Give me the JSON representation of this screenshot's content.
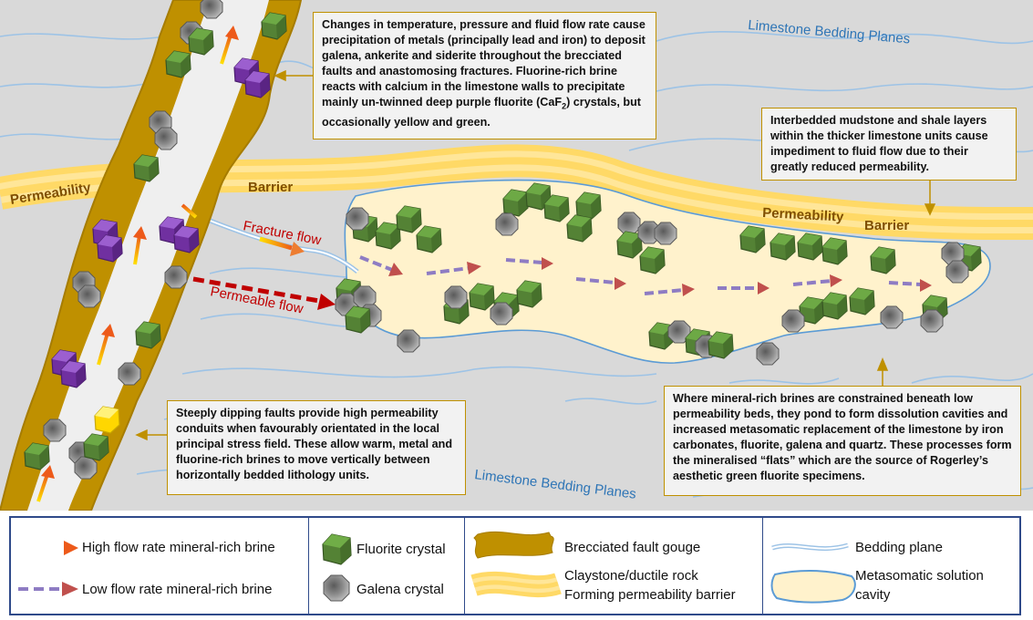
{
  "labels": {
    "bedding_top": "Limestone Bedding Planes",
    "bedding_bottom": "Limestone Bedding Planes",
    "permeability_left": "Permeability",
    "barrier_left": "Barrier",
    "permeability_right": "Permeability",
    "barrier_right": "Barrier",
    "fracture_flow": "Fracture flow",
    "permeable_flow": "Permeable flow"
  },
  "callouts": {
    "metals_part1": "Changes in temperature, pressure and fluid flow rate cause precipitation of metals (principally lead and iron) to deposit galena, ankerite and siderite throughout the brecciated faults and anastomosing fractures.  Fluorine-rich brine reacts with calcium in the limestone walls to precipitate mainly un-twinned deep purple fluorite (CaF",
    "metals_sub": "2",
    "metals_part2": ") crystals, but occasionally yellow and green.",
    "mudstone": "Interbedded mudstone and shale layers within the thicker limestone units cause impediment to fluid flow due to their greatly reduced permeability.",
    "faults": "Steeply dipping faults provide high permeability conduits when favourably orientated in the local principal stress field.  These allow warm, metal and fluorine-rich brines to move vertically between horizontally bedded lithology units.",
    "brines": "Where mineral-rich brines are constrained beneath low permeability beds, they pond to form dissolution cavities and increased metasomatic replacement of the limestone by iron carbonates, fluorite, galena and quartz.  These processes form the mineralised “flats” which are the source of Rogerley’s aesthetic green fluorite specimens."
  },
  "legend": {
    "high_flow": "High flow rate mineral-rich brine",
    "low_flow": "Low flow rate mineral-rich brine",
    "fluorite": "Fluorite crystal",
    "galena": "Galena crystal",
    "gouge": "Brecciated fault gouge",
    "claystone_line1": "Claystone/ductile rock",
    "claystone_line2": "Forming permeability barrier",
    "bedding": "Bedding plane",
    "cavity_line1": "Metasomatic solution",
    "cavity_line2": "cavity"
  },
  "colors": {
    "background": "#d9d9d9",
    "bedding_line": "#5b9bd5",
    "gouge": "#bf9000",
    "barrier": "#ffd966",
    "cavity_fill": "#fff2cc",
    "fluorite_green": "#548235",
    "fluorite_purple": "#7030a0",
    "fluorite_yellow": "#ffd700",
    "galena": "#7f7f7f",
    "high_flow_arrow": "#ed7d31",
    "low_flow_arrow": "#c00000",
    "legend_border": "#2f4a8a"
  },
  "icons": [
    "fluorite-crystal-icon",
    "galena-crystal-icon",
    "high-flow-arrow-icon",
    "low-flow-arrow-icon",
    "gouge-swatch-icon",
    "barrier-swatch-icon",
    "bedding-plane-icon",
    "cavity-icon"
  ]
}
